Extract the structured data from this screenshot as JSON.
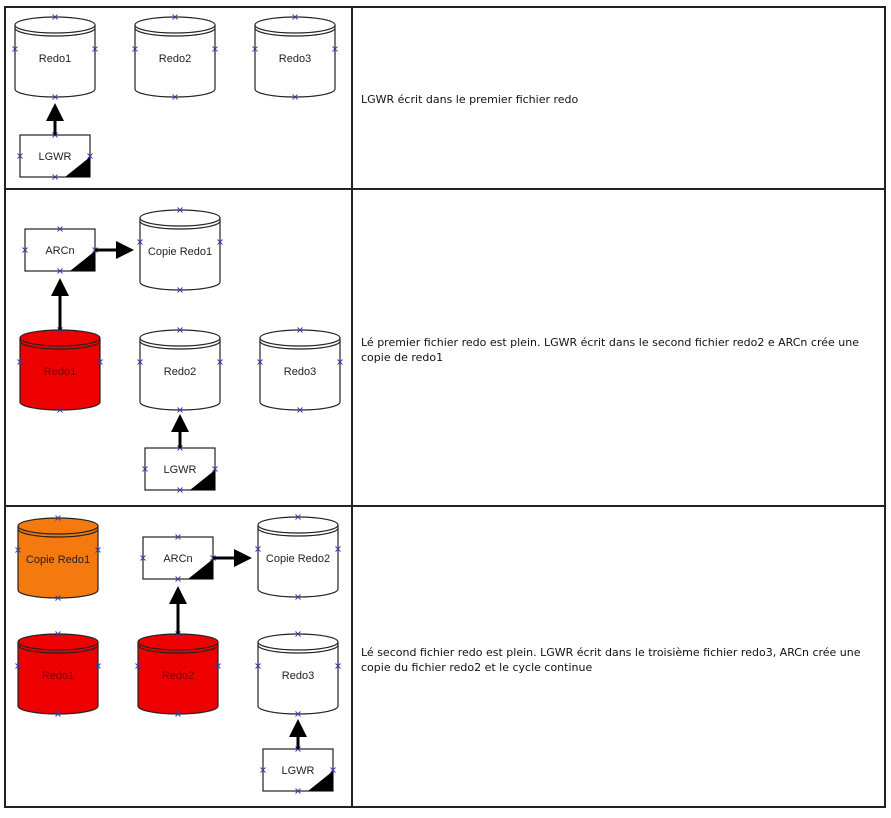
{
  "rows": [
    {
      "description": "LGWR écrit dans le premier fichier redo",
      "nodes": {
        "redo1": {
          "label": "Redo1",
          "state": "active"
        },
        "redo2": {
          "label": "Redo2",
          "state": "empty"
        },
        "redo3": {
          "label": "Redo3",
          "state": "empty"
        },
        "lgwr": {
          "label": "LGWR"
        }
      }
    },
    {
      "description": "Lé premier fichier redo est plein. LGWR écrit dans le second fichier redo2 e ARCn crée une copie de redo1",
      "nodes": {
        "arcn": {
          "label": "ARCn"
        },
        "copie1": {
          "label": "Copie Redo1",
          "state": "empty"
        },
        "redo1": {
          "label": "Redo1",
          "state": "full"
        },
        "redo2": {
          "label": "Redo2",
          "state": "empty"
        },
        "redo3": {
          "label": "Redo3",
          "state": "empty"
        },
        "lgwr": {
          "label": "LGWR"
        }
      }
    },
    {
      "description": "Lé second fichier redo est plein. LGWR écrit dans le troisième fichier redo3, ARCn crée une copie du fichier redo2 et le cycle continue",
      "nodes": {
        "copie1": {
          "label": "Copie Redo1",
          "state": "archived"
        },
        "arcn": {
          "label": "ARCn"
        },
        "copie2": {
          "label": "Copie Redo2",
          "state": "empty"
        },
        "redo1": {
          "label": "Redo1",
          "state": "full"
        },
        "redo2": {
          "label": "Redo2",
          "state": "full"
        },
        "redo3": {
          "label": "Redo3",
          "state": "empty"
        },
        "lgwr": {
          "label": "LGWR"
        }
      }
    }
  ],
  "colors": {
    "full": "#ee0000",
    "archived": "#f47a10",
    "empty": "#ffffff",
    "line": "#222222"
  }
}
